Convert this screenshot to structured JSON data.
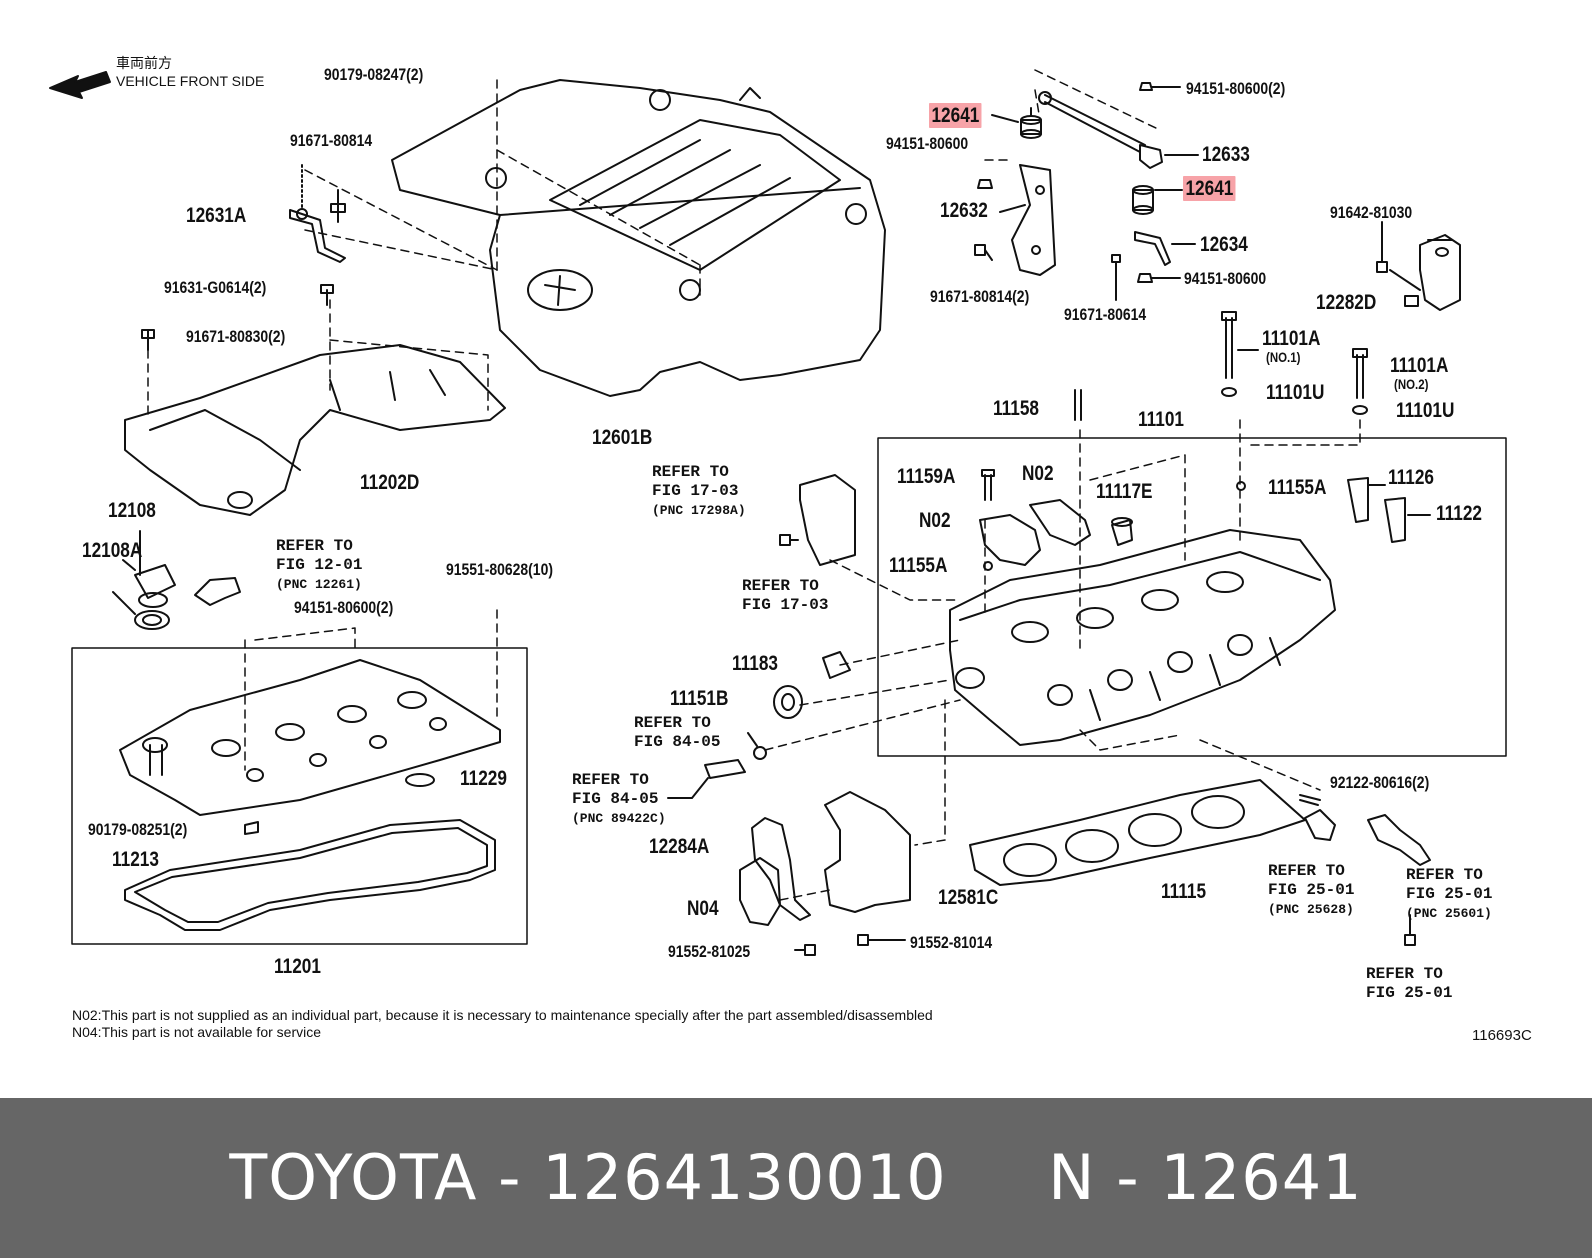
{
  "diagram": {
    "front_label": {
      "jp": "車両前方",
      "en": "VEHICLE FRONT SIDE"
    },
    "highlight_color": "#f7a3a8",
    "part_labels": {
      "p90179_08247": "90179-08247(2)",
      "p91671_80814_a": "91671-80814",
      "p12631A": "12631A",
      "p91631_G0614": "91631-G0614(2)",
      "p91671_80830": "91671-80830(2)",
      "p11202D": "11202D",
      "p12601B": "12601B",
      "p12641_a": "12641",
      "p94151_80600_a": "94151-80600",
      "p12632": "12632",
      "p91671_80814_b": "91671-80814(2)",
      "p94151_80600_b": "94151-80600(2)",
      "p12633": "12633",
      "p12641_b": "12641",
      "p12634": "12634",
      "p94151_80600_c": "94151-80600",
      "p91671_80614": "91671-80614",
      "p91642_81030": "91642-81030",
      "p12282D": "12282D",
      "p11101A_a": "11101A",
      "no1": "(NO.1)",
      "p11101U_a": "11101U",
      "p11101A_b": "11101A",
      "no2": "(NO.2)",
      "p11101U_b": "11101U",
      "p11158": "11158",
      "p11101": "11101",
      "p11159A": "11159A",
      "n02_a": "N02",
      "n02_b": "N02",
      "p11117E": "11117E",
      "p11155A_a": "11155A",
      "p11155A_b": "11155A",
      "p11126": "11126",
      "p11122": "11122",
      "p12108": "12108",
      "p12108A": "12108A",
      "p91551_80628": "91551-80628(10)",
      "p94151_80600_d": "94151-80600(2)",
      "p11183": "11183",
      "p11151B": "11151B",
      "p11229": "11229",
      "p90179_08251": "90179-08251(2)",
      "p11213": "11213",
      "p11201": "11201",
      "p12284A": "12284A",
      "n04": "N04",
      "p91552_81025": "91552-81025",
      "p91552_81014": "91552-81014",
      "p12581C": "12581C",
      "p11115": "11115",
      "p92122_80616": "92122-80616(2)"
    },
    "refs": {
      "r17_03_a": {
        "l1": "REFER TO",
        "l2": "FIG 17-03",
        "l3": "(PNC 17298A)"
      },
      "r17_03_b": {
        "l1": "REFER TO",
        "l2": "FIG 17-03"
      },
      "r12_01": {
        "l1": "REFER TO",
        "l2": "FIG 12-01",
        "l3": "(PNC 12261)"
      },
      "r84_05_a": {
        "l1": "REFER TO",
        "l2": "FIG 84-05"
      },
      "r84_05_b": {
        "l1": "REFER TO",
        "l2": "FIG 84-05",
        "l3": "(PNC 89422C)"
      },
      "r25_01_a": {
        "l1": "REFER TO",
        "l2": "FIG 25-01",
        "l3": "(PNC 25628)"
      },
      "r25_01_b": {
        "l1": "REFER TO",
        "l2": "FIG 25-01",
        "l3": "(PNC 25601)"
      },
      "r25_01_c": {
        "l1": "REFER TO",
        "l2": "FIG 25-01"
      }
    },
    "notes": {
      "n02": "N02:This part is not supplied as an individual part, because it is necessary to maintenance specially after the part assembled/disassembled",
      "n04": "N04:This part is not available for service"
    },
    "figure_code": "116693C"
  },
  "footer": {
    "brand": "TOYOTA",
    "sep1": "-",
    "part_number": "1264130010",
    "prefix": "N",
    "sep2": "-",
    "ref_number": "12641"
  }
}
